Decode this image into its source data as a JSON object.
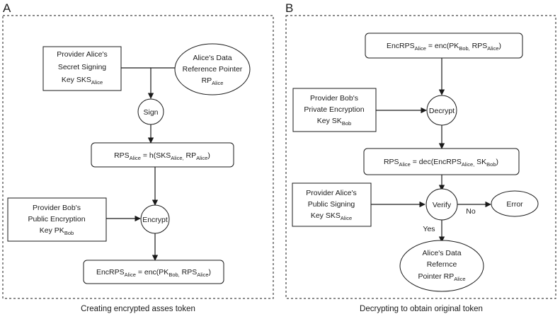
{
  "panels": {
    "a": {
      "letter": "A",
      "caption": "Creating encrypted asses token",
      "alice_key": {
        "line1": "Provider Alice's",
        "line2": "Secret Signing",
        "line3_pre": "Key SKS",
        "line3_sub": "Alice"
      },
      "alice_pointer": {
        "line1": "Alice's Data",
        "line2": "Reference Pointer",
        "line3_pre": "RP",
        "line3_sub": "Alice"
      },
      "sign": "Sign",
      "rps_formula": {
        "p1": "RPS",
        "s1": "Alice",
        "p2": " = h(SKS",
        "s2": "Alice,",
        "p3": " RP",
        "s3": "Alice",
        "p4": ")"
      },
      "bob_key": {
        "line1": "Provider Bob's",
        "line2": "Public Encryption",
        "line3_pre": "Key PK",
        "line3_sub": "Bob"
      },
      "encrypt": "Encrypt",
      "enc_formula": {
        "p1": "EncRPS",
        "s1": "Alice",
        "p2": " = enc(PK",
        "s2": "Bob,",
        "p3": " RPS",
        "s3": "Alice",
        "p4": ")"
      }
    },
    "b": {
      "letter": "B",
      "caption": "Decrypting to obtain original token",
      "enc_formula": {
        "p1": "EncRPS",
        "s1": "Alice",
        "p2": " = enc(PK",
        "s2": "Bob,",
        "p3": " RPS",
        "s3": "Alice",
        "p4": ")"
      },
      "bob_key": {
        "line1": "Provider Bob's",
        "line2": "Private Encryption",
        "line3_pre": "Key SK",
        "line3_sub": "Bob"
      },
      "decrypt": "Decrypt",
      "dec_formula": {
        "p1": "RPS",
        "s1": "Alice",
        "p2": " = dec(EncRPS",
        "s2": "Alice,",
        "p3": " SK",
        "s3": "Bob",
        "p4": ")"
      },
      "alice_key": {
        "line1": "Provider Alice's",
        "line2": "Public Signing",
        "line3_pre": "Key SKS",
        "line3_sub": "Alice"
      },
      "verify": "Verify",
      "no_label": "No",
      "error": "Error",
      "yes_label": "Yes",
      "alice_pointer": {
        "line1": "Alice's Data",
        "line2": "Refernce",
        "line3_pre": "Pointer RP",
        "line3_sub": "Alice"
      }
    }
  }
}
